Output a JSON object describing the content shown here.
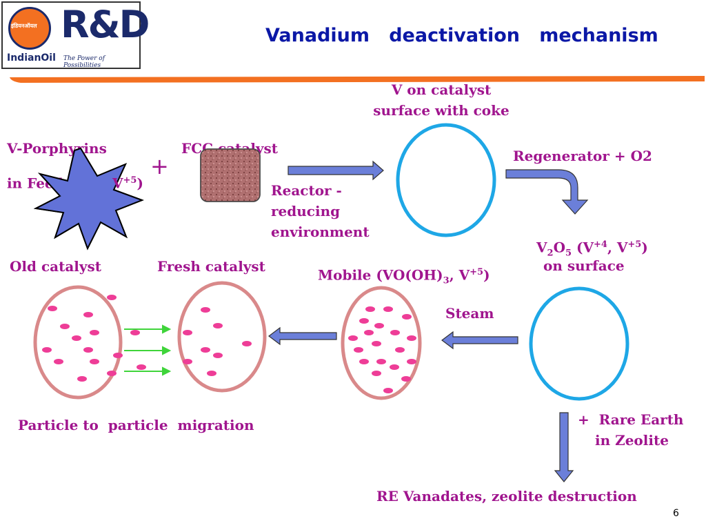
{
  "header": {
    "title": "Vanadium   deactivation   mechanism",
    "logo": {
      "brand_text": "R&D",
      "company": "IndianOil",
      "tagline": "The Power of Possibilities",
      "hindi_text": "इंडियनऑयल"
    },
    "accent_color": "#f37021"
  },
  "diagram": {
    "labels": {
      "v_porphyrins": "V-Porphyrins",
      "in_feed": "in Feed (V",
      "in_feed_sup": "+5",
      "in_feed_close": ")",
      "plus": "+",
      "fcc_catalyst": "FCC catalyst",
      "reactor_1": "Reactor -",
      "reactor_2": "reducing",
      "reactor_3": "environment",
      "v_on_catalyst_1": "V on catalyst",
      "v_on_catalyst_2": "surface with coke",
      "regenerator": "Regenerator + O2",
      "v2o5_v": "V",
      "v2o5_sub2": "2",
      "v2o5_o": "O",
      "v2o5_sub5": "5",
      "v2o5_rest1": " (V",
      "v2o5_sup4": "+4",
      "v2o5_rest2": ", V",
      "v2o5_sup5": "+5",
      "v2o5_rest3": ")",
      "on_surface": "on surface",
      "old_catalyst": "Old catalyst",
      "fresh_catalyst": "Fresh catalyst",
      "mobile_1": "Mobile (VO(OH)",
      "mobile_sub3": "3",
      "mobile_2": ", V",
      "mobile_sup5": "+5",
      "mobile_3": ")",
      "steam": "Steam",
      "migration": "Particle to  particle  migration",
      "rare_earth_1": "+  Rare Earth",
      "rare_earth_2": "in Zeolite",
      "re_vanadates": "RE Vanadates, zeolite destruction"
    },
    "colors": {
      "label": "#a0158e",
      "ring_blue": "#1ea7e6",
      "ring_pink": "#d9898a",
      "dot": "#ee3d97",
      "arrow": "#6b7fd9",
      "star": "#6272d8",
      "migration_arrow": "#3fd43a"
    }
  },
  "footer": {
    "page_number": "6"
  }
}
